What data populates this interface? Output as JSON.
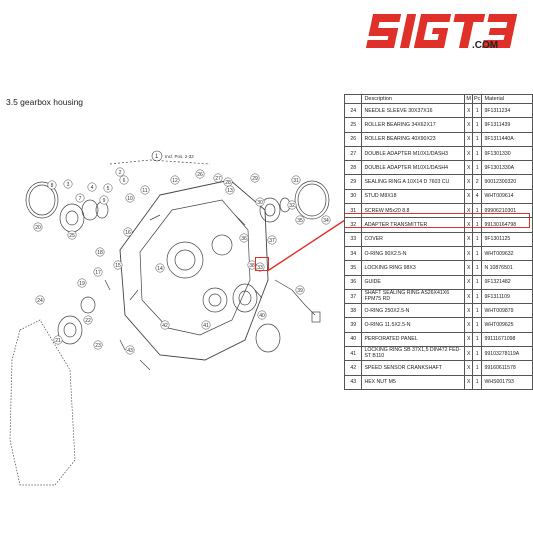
{
  "brand": {
    "logo_text": "SIGTB",
    "domain": ".COM",
    "color": "#e0302a"
  },
  "section": {
    "title": "3.5  gearbox housing"
  },
  "diagram": {
    "note": "Incl. Pos. 2-32",
    "note_callout": "1",
    "callouts": [
      "2",
      "3",
      "4",
      "5",
      "6",
      "7",
      "8",
      "9",
      "10",
      "11",
      "12",
      "13",
      "14",
      "15",
      "16",
      "17",
      "18",
      "19",
      "20",
      "21",
      "22",
      "23",
      "24",
      "25",
      "26",
      "27",
      "28",
      "29",
      "30",
      "31",
      "32",
      "33",
      "34",
      "35",
      "36",
      "37",
      "38",
      "39",
      "40",
      "41",
      "42",
      "43"
    ]
  },
  "table": {
    "headers": {
      "pos": "",
      "desc": "Description",
      "m": "M",
      "pc": "Pc",
      "mat": "Material"
    },
    "rows": [
      {
        "pos": "24",
        "desc": "NEEDLE SLEEVE 30X37X16",
        "m": "X",
        "pc": "1",
        "mat": "9F1311234"
      },
      {
        "pos": "25",
        "desc": "ROLLER BEARING 34X62X17",
        "m": "X",
        "pc": "1",
        "mat": "9F1311439"
      },
      {
        "pos": "26",
        "desc": "ROLLER BEARING 40X90X23",
        "m": "X",
        "pc": "1",
        "mat": "9F1311440A"
      },
      {
        "pos": "27",
        "desc": "DOUBLE ADAPTER M10X1/DASH3",
        "m": "X",
        "pc": "1",
        "mat": "9F1301330"
      },
      {
        "pos": "28",
        "desc": "DOUBLE ADAPTER M10X1/DASH4",
        "m": "X",
        "pc": "1",
        "mat": "9F1301330A"
      },
      {
        "pos": "29",
        "desc": "SEALING RING A 10X14 D 7603 CU",
        "m": "X",
        "pc": "2",
        "mat": "90012300320"
      },
      {
        "pos": "30",
        "desc": "STUD M8X18",
        "m": "X",
        "pc": "4",
        "mat": "WHT009614"
      },
      {
        "pos": "31",
        "desc": "SCREW M5x20 8.8",
        "m": "X",
        "pc": "1",
        "mat": "99906210301"
      },
      {
        "pos": "32",
        "desc": "ADAPTER TRANSMITTER",
        "m": "X",
        "pc": "1",
        "mat": "99130164798"
      },
      {
        "pos": "33",
        "desc": "COVER",
        "m": "X",
        "pc": "1",
        "mat": "9F1301125"
      },
      {
        "pos": "34",
        "desc": "O-RING 90X2.5-N",
        "m": "X",
        "pc": "1",
        "mat": "WHT009632"
      },
      {
        "pos": "35",
        "desc": "LOCKING RING 98X3",
        "m": "X",
        "pc": "1",
        "mat": "N 10876501"
      },
      {
        "pos": "36",
        "desc": "GUIDE",
        "m": "X",
        "pc": "1",
        "mat": "9F1321482"
      },
      {
        "pos": "37",
        "desc": "SHAFT SEALING RING AS26X41X6 FPM75 RD",
        "m": "X",
        "pc": "1",
        "mat": "9F1311109"
      },
      {
        "pos": "38",
        "desc": "O-RING 250X2.5-N",
        "m": "X",
        "pc": "1",
        "mat": "WHT009879"
      },
      {
        "pos": "39",
        "desc": "O-RING 11.5X2.5-N",
        "m": "X",
        "pc": "1",
        "mat": "WHT009625"
      },
      {
        "pos": "40",
        "desc": "PERFORATED PANEL",
        "m": "X",
        "pc": "1",
        "mat": "99111671098"
      },
      {
        "pos": "41",
        "desc": "LOCKING RING SB 37X1,5 DIN472 FED-ST B110",
        "m": "X",
        "pc": "1",
        "mat": "99103278119A"
      },
      {
        "pos": "42",
        "desc": "SPEED SENSOR CRANKSHAFT",
        "m": "X",
        "pc": "1",
        "mat": "99160611578"
      },
      {
        "pos": "43",
        "desc": "HEX NUT M5",
        "m": "X",
        "pc": "1",
        "mat": "WHS001793"
      }
    ]
  }
}
